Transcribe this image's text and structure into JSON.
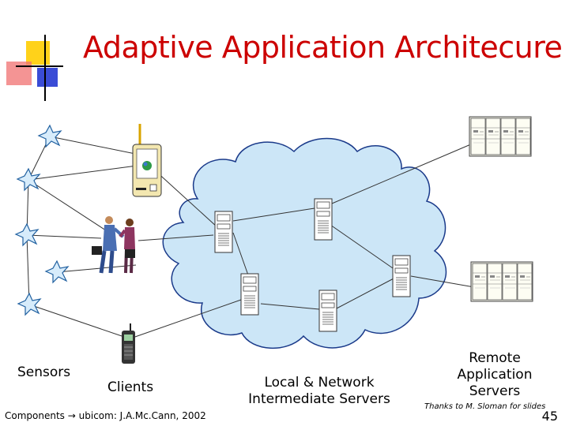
{
  "slide": {
    "title": "Adaptive Application Architecure",
    "footer_left_prefix": "Components",
    "footer_arrow": "→",
    "footer_left_suffix": "ubicom: J.A.Mc.Cann, 2002",
    "thanks": "Thanks to M. Sloman for slides",
    "page_number": "45"
  },
  "labels": {
    "sensors": "Sensors",
    "clients": "Clients",
    "local_servers_line1": "Local & Network",
    "local_servers_line2": "Intermediate Servers",
    "remote_line1": "Remote",
    "remote_line2": "Application",
    "remote_line3": "Servers"
  },
  "colors": {
    "title": "#cc0000",
    "cloud_fill": "#cce6f7",
    "sensor_fill": "#d7ecfb",
    "deco_yellow": "#ffd21a",
    "deco_blue": "#3a4cd6",
    "deco_red": "#f07070"
  },
  "icons": {
    "sensor": "star-burst-sensor-icon",
    "pda": "pda-handheld-icon",
    "people": "business-people-handshake-icon",
    "phone": "mobile-phone-icon",
    "server": "server-tower-icon",
    "rack": "server-rack-icon"
  }
}
